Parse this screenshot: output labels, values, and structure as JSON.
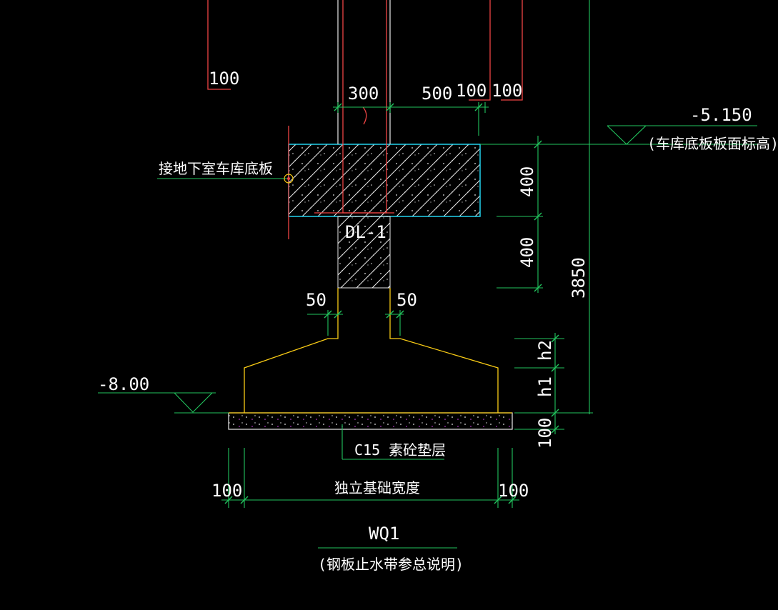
{
  "colors": {
    "background": "#000000",
    "dimension": "#22c55e",
    "text": "#ffffff",
    "concrete": "#e8e8e8",
    "slab_edge": "#22d3ee",
    "rebar": "#ef4444",
    "outline": "#facc15",
    "dot_accent": "#d946ef"
  },
  "labels": {
    "dim_100_top": "100",
    "dim_300": "300",
    "dim_500": "500",
    "dim_100_a": "100",
    "dim_100_b": "100",
    "elev_top": "-5.150",
    "elev_top_note": "(车库底板板面标高)",
    "connect_note": "接地下室车库底板",
    "dim_400_a": "400",
    "dim_400_b": "400",
    "beam_tag": "DL-1",
    "dim_3850": "3850",
    "dim_50_left": "50",
    "dim_50_right": "50",
    "h2": "h2",
    "h1": "h1",
    "elev_bottom": "-8.00",
    "dim_100_pad": "100",
    "pad_note": "C15 素砼垫层",
    "dim_100_left": "100",
    "width_note": "独立基础宽度",
    "dim_100_right": "100",
    "wall_tag": "WQ1",
    "wall_note": "(钢板止水带参总说明)"
  }
}
